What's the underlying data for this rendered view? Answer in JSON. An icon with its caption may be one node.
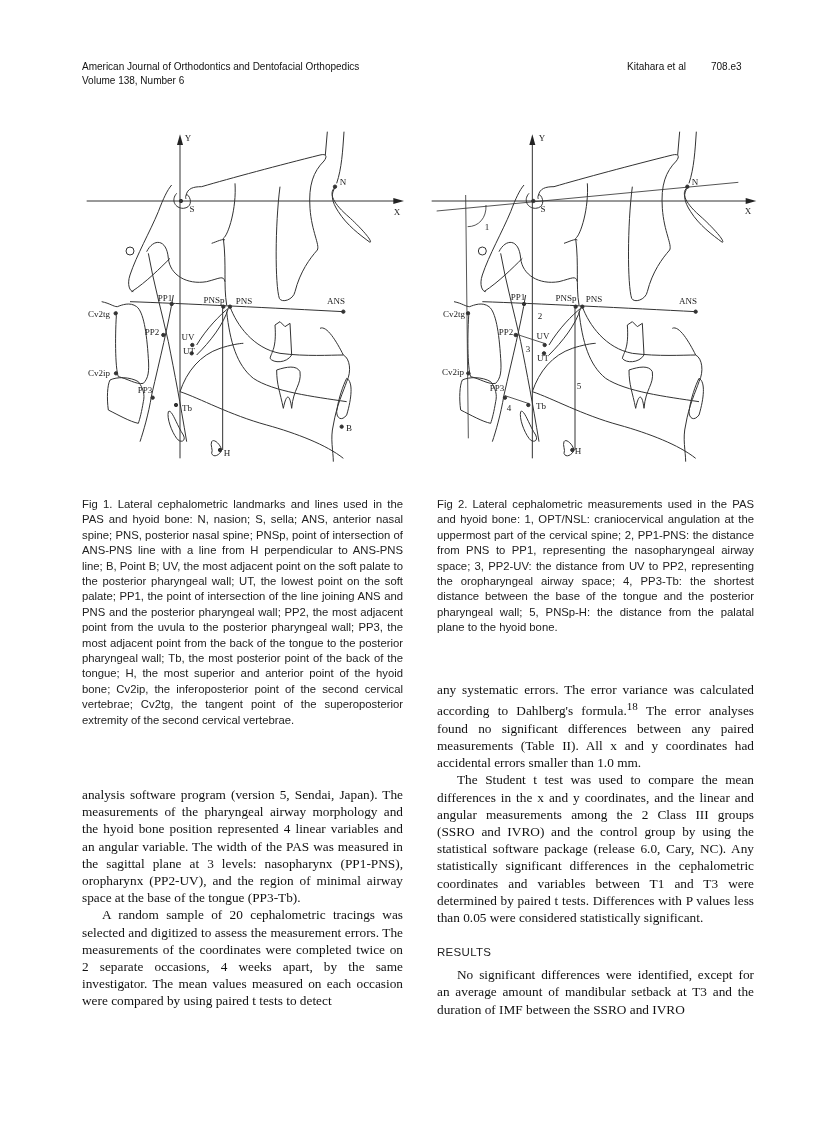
{
  "diagram": {
    "labels": [
      "American Journal of Orthodontics and Dentofacial Orthopedics",
      "Volume 138, Number 6",
      "Kitahara et al",
      "708.e3",
      "Y",
      "X",
      "N",
      "S",
      "PP1",
      "PNSp",
      "PNS",
      "ANS",
      "Cv2tg",
      "PP2",
      "UV",
      "UT",
      "Cv2ip",
      "PP3",
      "Tb",
      "B",
      "H",
      "Y",
      "X",
      "N",
      "S",
      "1",
      "PP1",
      "PNSp",
      "PNS",
      "ANS",
      "Cv2tg",
      "2",
      "PP2",
      "UV",
      "3",
      "UT",
      "Cv2ip",
      "PP3",
      "5",
      "4",
      "Tb",
      "H",
      "Fig 1. Lateral cephalometric landmarks and lines used in the PAS and hyoid bone: N, nasion; S, sella; ANS, anterior nasal spine; PNS, posterior nasal spine; PNSp, point of intersection of ANS-PNS line with a line from H perpendicular to ANS-PNS line; B, Point B; UV, the most adjacent point on the soft palate to the posterior pharyngeal wall; UT, the lowest point on the soft palate; PP1, the point of intersection of the line joining ANS and PNS and the posterior pharyngeal wall; PP2, the most adjacent point from the uvula to the posterior pharyngeal wall; PP3, the most adjacent point from the back of the tongue to the posterior pharyngeal wall; Tb, the most posterior point of the back of the tongue; H, the most superior and anterior point of the hyoid bone; Cv2ip, the inferoposterior point of the second cervical vertebrae; Cv2tg, the tangent point of the superoposterior extremity of the second cervical vertebrae.",
      "Fig 2. Lateral cephalometric measurements used in the PAS and hyoid bone: 1, OPT/NSL: craniocervical angulation at the uppermost part of the cervical spine; 2, PP1-PNS: the distance from PNS to PP1, representing the nasopharyngeal airway space; 3, PP2-UV: the distance from UV to PP2, representing the oropharyngeal airway space; 4, PP3-Tb: the shortest distance between the base of the tongue and the posterior pharyngeal wall; 5, PNSp-H: the distance from the palatal plane to the hyoid bone.",
      "analysis software program (version 5, Sendai, Japan). The measurements of the pharyngeal airway morphology and the hyoid bone position represented 4 linear variables and an angular variable. The width of the PAS was measured in the sagittal plane at 3 levels: nasopharynx (PP1-PNS), oropharynx (PP2-UV), and the region of minimal airway space at the base of the tongue (PP3-Tb).",
      "A random sample of 20 cephalometric tracings was selected and digitized to assess the measurement errors. The measurements of the coordinates were completed twice on 2 separate occasions, 4 weeks apart, by the same investigator. The mean values measured on each occasion were compared by using paired t tests to detect",
      "any systematic errors. The error variance was calculated according to Dahlberg's formula.$^{18}$ The error analyses found no significant differences between any paired measurements (Table II). All x and y coordinates had accidental errors smaller than 1.0 mm.",
      "The Student t test was used to compare the mean differences in the x and y coordinates, and the linear and angular measurements among the 2 Class III groups (SSRO and IVRO) and the control group by using the statistical software package (release 6.0, Cary, NC). Any statistically significant differences in the cephalometric coordinates and variables between T1 and T3 were determined by paired t tests. Differences with P values less than 0.05 were considered statistically significant.",
      "RESULTS",
      "No significant differences were identified, except for an average amount of mandibular setback at T3 and the duration of IMF between the SSRO and IVRO"
    ]
  }
}
